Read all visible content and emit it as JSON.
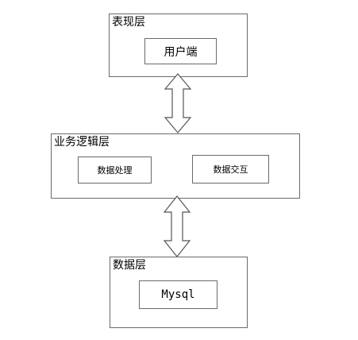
{
  "presentation_layer": {
    "title": "表现层",
    "components": [
      "用户端"
    ]
  },
  "business_logic_layer": {
    "title": "业务逻辑层",
    "components": [
      "数据处理",
      "数据交互"
    ]
  },
  "data_layer": {
    "title": "数据层",
    "components": [
      "Mysql"
    ]
  },
  "connections": [
    {
      "from": "表现层",
      "to": "业务逻辑层",
      "type": "bidirectional"
    },
    {
      "from": "业务逻辑层",
      "to": "数据层",
      "type": "bidirectional"
    }
  ]
}
